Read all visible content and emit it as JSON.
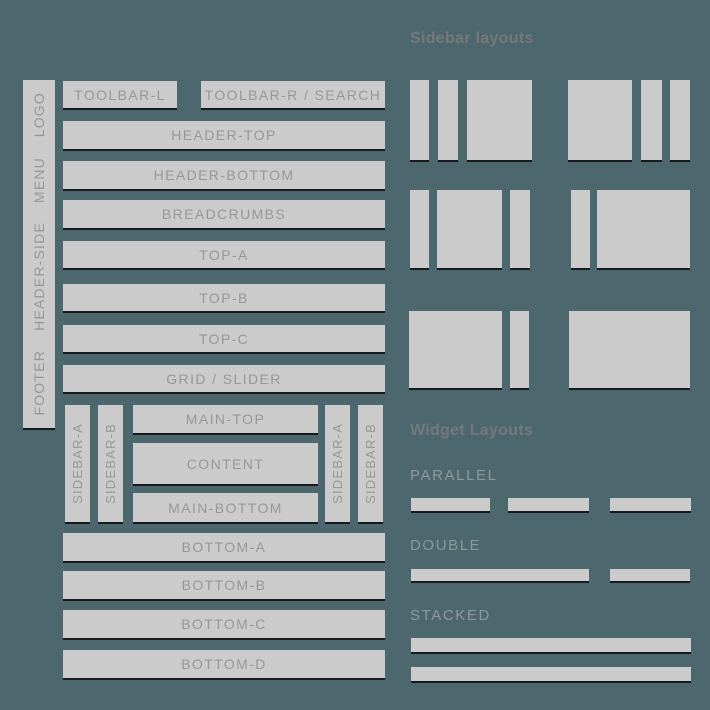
{
  "palette": {
    "background": "#4d676e",
    "block_fill": "#cbcbcb",
    "block_shadow": "#161a1c",
    "position_text": "#979797",
    "heading_text": "#75797c",
    "sub_label_text": "#8d989c"
  },
  "diagram": {
    "side_labels": [
      "LOGO",
      "MENU",
      "HEADER-SIDE",
      "FOOTER"
    ],
    "positions": {
      "toolbar_l": "TOOLBAR-L",
      "toolbar_r": "TOOLBAR-R / SEARCH",
      "header_top": "HEADER-TOP",
      "header_bottom": "HEADER-BOTTOM",
      "breadcrumbs": "BREADCRUMBS",
      "top_a": "TOP-A",
      "top_b": "TOP-B",
      "top_c": "TOP-C",
      "grid_slider": "GRID / SLIDER",
      "sidebar_a": "SIDEBAR-A",
      "sidebar_b": "SIDEBAR-B",
      "main_top": "MAIN-TOP",
      "content": "CONTENT",
      "main_bottom": "MAIN-BOTTOM",
      "bottom_a": "BOTTOM-A",
      "bottom_b": "BOTTOM-B",
      "bottom_c": "BOTTOM-C",
      "bottom_d": "BOTTOM-D"
    }
  },
  "sidebar_layouts": {
    "title": "Sidebar layouts",
    "patterns": [
      [
        "sidebar-narrow",
        "sidebar-narrow",
        "content-wide"
      ],
      [
        "content-wide",
        "sidebar-narrow",
        "sidebar-narrow"
      ],
      [
        "sidebar-narrow",
        "content-wide",
        "sidebar-narrow"
      ],
      [
        "sidebar-narrow",
        "content-extra-wide"
      ],
      [
        "content-extra-wide",
        "sidebar-narrow"
      ],
      [
        "content-full"
      ]
    ]
  },
  "widget_layouts": {
    "title": "Widget Layouts",
    "sections": [
      {
        "label": "PARALLEL",
        "bars": 3
      },
      {
        "label": "DOUBLE",
        "bars": 2
      },
      {
        "label": "STACKED",
        "bars": 2
      }
    ]
  }
}
